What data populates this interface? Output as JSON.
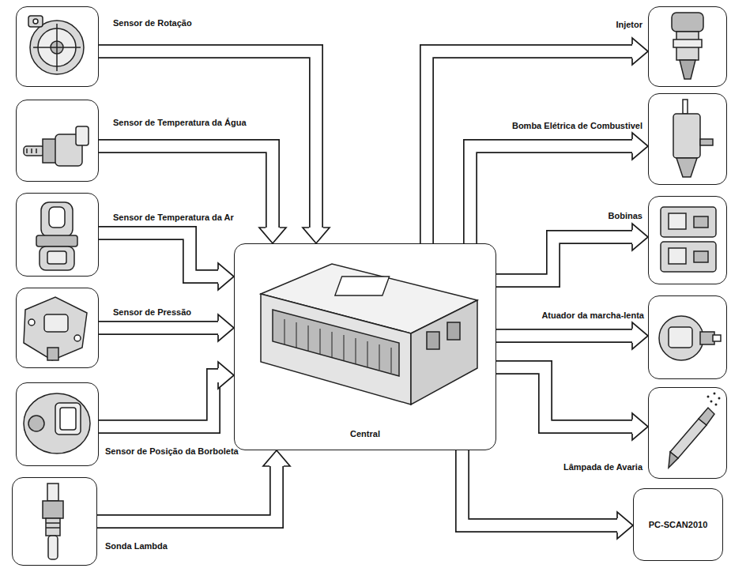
{
  "diagram": {
    "nodes": [
      {
        "text": [
          "Sensor de Rotação"
        ]
      },
      {
        "text": [
          "Sensor de Temperatura da Água"
        ]
      },
      {
        "text": [
          "Sensor de Temperatura da Ar"
        ]
      },
      {
        "text": [
          "Sensor de Pressão"
        ]
      },
      {
        "text": [
          "Sensor de Posição da Borboleta"
        ]
      },
      {
        "text": [
          "Sonda Lambda"
        ]
      },
      {
        "text": [
          "Central"
        ]
      },
      {
        "text": [
          "Injetor"
        ]
      },
      {
        "text": [
          "Bomba Elétrica de Combustivel"
        ]
      },
      {
        "text": [
          "Bobinas"
        ]
      },
      {
        "text": [
          "Atuador da marcha-lenta"
        ]
      },
      {
        "text": [
          "Lâmpada de Avaria"
        ]
      },
      {
        "text": [
          "PC-SCAN2010"
        ]
      }
    ],
    "edges": [
      {
        "from": 0,
        "to": 6,
        "arrow": "to"
      },
      {
        "from": 1,
        "to": 6,
        "arrow": "to"
      },
      {
        "from": 2,
        "to": 6,
        "arrow": "to"
      },
      {
        "from": 3,
        "to": 6,
        "arrow": "to"
      },
      {
        "from": 4,
        "to": 6,
        "arrow": "to"
      },
      {
        "from": 5,
        "to": 6,
        "arrow": "to"
      },
      {
        "from": 6,
        "to": 7,
        "arrow": "to"
      },
      {
        "from": 6,
        "to": 8,
        "arrow": "to"
      },
      {
        "from": 6,
        "to": 9,
        "arrow": "to"
      },
      {
        "from": 6,
        "to": 10,
        "arrow": "to"
      },
      {
        "from": 6,
        "to": 11,
        "arrow": "to"
      },
      {
        "from": 6,
        "to": 12,
        "arrow": "to"
      }
    ]
  }
}
